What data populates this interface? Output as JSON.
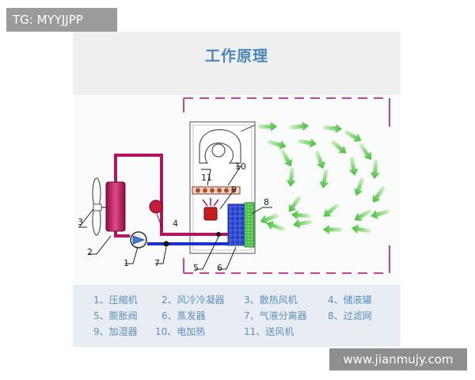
{
  "corner_tag": "TG: MYYJJPP",
  "title": "工作原理",
  "callouts": {
    "n1": "1",
    "n2": "2",
    "n3": "3",
    "n4": "4",
    "n5": "5",
    "n6": "6",
    "n7": "7",
    "n8": "8",
    "n9": "9",
    "n10": "10",
    "n11": "11"
  },
  "legend": [
    "1、压缩机",
    "2、风冷冷凝器",
    "3、散热风机",
    "4、储液罐",
    "5、膨胀阀",
    "6、蒸发器",
    "7、气液分离器",
    "8、过滤网",
    "9、加湿器",
    "10、电加热",
    "11、送风机"
  ],
  "watermark": "www.jianmujy.com",
  "colors": {
    "pipe_hot": "#b5125f",
    "pipe_cold": "#1c2fd0",
    "evaporator": "#1f3fc8",
    "filter": "#56c94a",
    "airflow": "#6fd35a",
    "boundary": "#c8439a",
    "title": "#4a86b9",
    "legend_text": "#5d8fbf"
  }
}
